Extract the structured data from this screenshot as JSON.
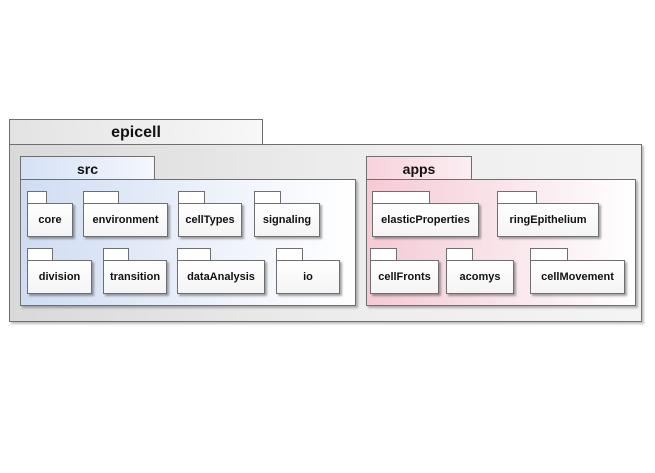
{
  "diagram": {
    "root": "epicell",
    "src": {
      "name": "src",
      "items": [
        "core",
        "environment",
        "cellTypes",
        "signaling",
        "division",
        "transition",
        "dataAnalysis",
        "io"
      ]
    },
    "apps": {
      "name": "apps",
      "items": [
        "elasticProperties",
        "ringEpithelium",
        "cellFronts",
        "acomys",
        "cellMovement"
      ]
    }
  },
  "colors": {
    "src_accent": "#cfdcf3",
    "apps_accent": "#f5cad5",
    "outline": "#6f6f6f"
  }
}
